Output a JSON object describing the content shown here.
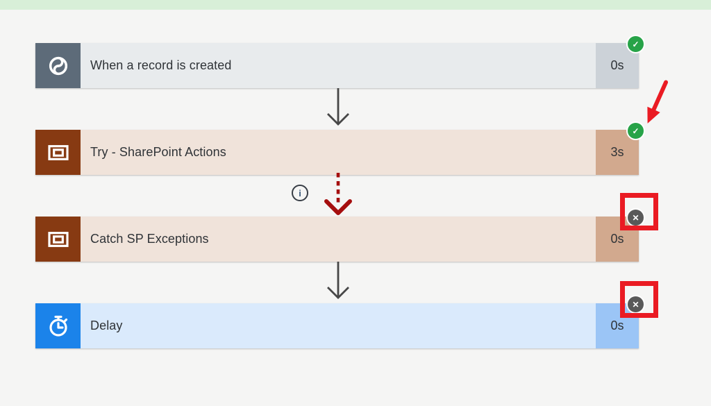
{
  "page": {
    "background_color": "#f5f5f4",
    "top_strip_color": "#d8efd8"
  },
  "flow": {
    "steps": [
      {
        "label": "When a record is created",
        "duration": "0s",
        "status": "succeeded",
        "icon": "dataverse-trigger-icon",
        "colors": {
          "icon_bg": "#5d6b79",
          "body_bg": "#e8ebed",
          "duration_bg": "#ccd2d8"
        }
      },
      {
        "label": "Try - SharePoint Actions",
        "duration": "3s",
        "status": "succeeded",
        "icon": "scope-icon",
        "colors": {
          "icon_bg": "#873a12",
          "body_bg": "#f0e3da",
          "duration_bg": "#d2a98e"
        }
      },
      {
        "label": "Catch SP Exceptions",
        "duration": "0s",
        "status": "skipped",
        "icon": "scope-icon",
        "colors": {
          "icon_bg": "#873a12",
          "body_bg": "#f0e3da",
          "duration_bg": "#d2a98e"
        }
      },
      {
        "label": "Delay",
        "duration": "0s",
        "status": "skipped",
        "icon": "delay-stopwatch-icon",
        "colors": {
          "icon_bg": "#1b83ea",
          "body_bg": "#daeafc",
          "duration_bg": "#9bc5f6"
        }
      }
    ],
    "status_colors": {
      "succeeded": "#27a348",
      "skipped": "#595959"
    },
    "status_glyphs": {
      "succeeded": "✓",
      "skipped": "✕"
    }
  },
  "connectors": {
    "solid_color": "#474747",
    "dashed_color": "#a50e0e",
    "info_icon_glyph": "i"
  },
  "annotations": {
    "color": "#ea1b23",
    "items": [
      "arrow-pointing-at-try-success-badge",
      "box-around-catch-skipped-badge",
      "box-around-delay-skipped-badge"
    ]
  }
}
